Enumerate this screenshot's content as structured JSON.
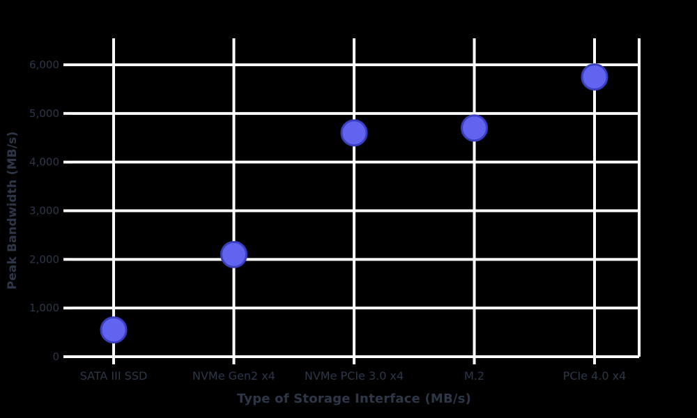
{
  "chart_data": {
    "type": "scatter",
    "categories": [
      "SATA III SSD",
      "NVMe Gen2 x4",
      "NVMe PCIe 3.0 x4",
      "M.2",
      "PCIe 4.0 x4"
    ],
    "values": [
      550,
      2100,
      4600,
      4700,
      5750
    ],
    "title": "",
    "xlabel": "Type of Storage Interface (MB/s)",
    "ylabel": "Peak Bandwidth (MB/s)",
    "ylim": [
      0,
      6000
    ],
    "yticks": [
      0,
      1000,
      2000,
      3000,
      4000,
      5000,
      6000
    ],
    "ytick_labels": [
      "0",
      "1,000",
      "2,000",
      "3,000",
      "4,000",
      "5,000",
      "6,000"
    ],
    "grid": true,
    "legend": "none",
    "colors": {
      "background": "#000000",
      "grid": "#ffffff",
      "text": "#2d3748",
      "point_fill": "#6064ef",
      "point_border": "#3a3fc0"
    }
  }
}
